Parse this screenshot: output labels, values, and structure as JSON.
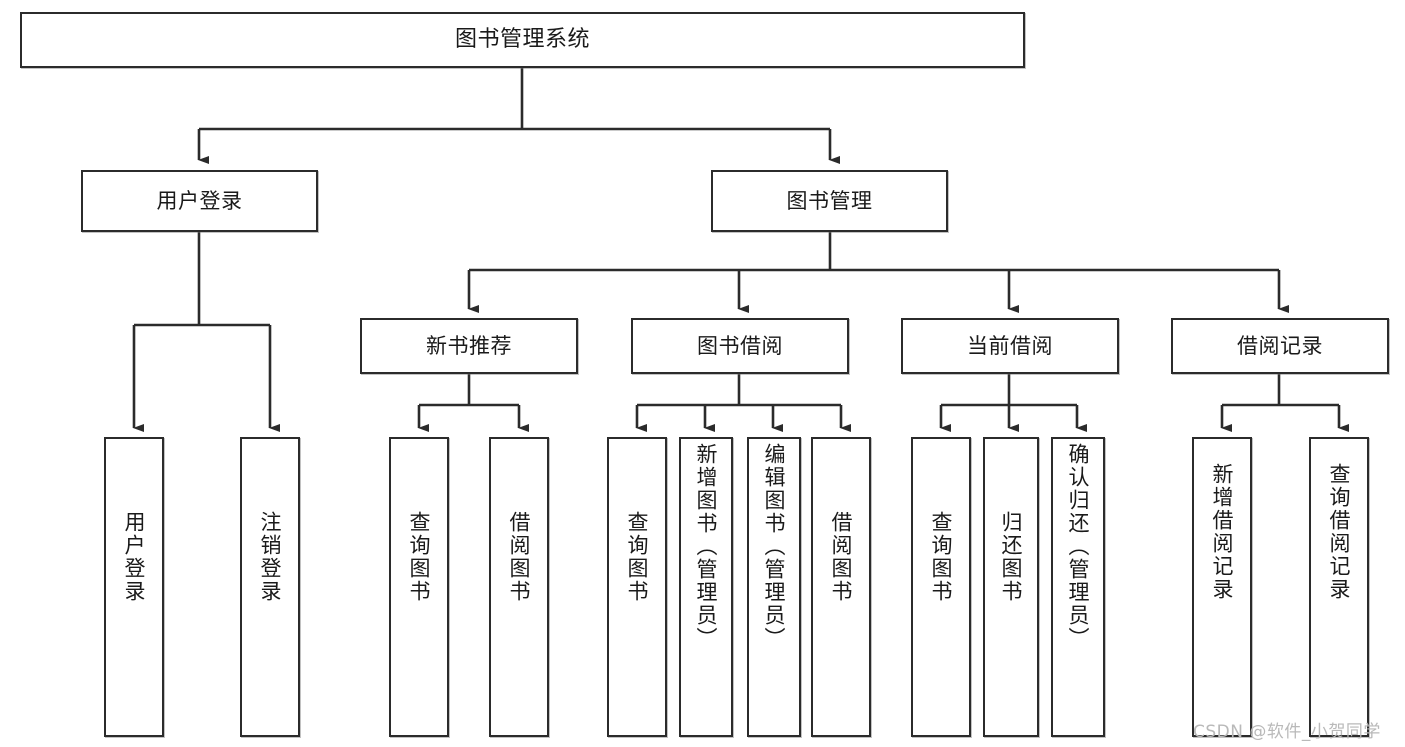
{
  "diagram": {
    "title": "图书管理系统",
    "watermark": "CSDN @软件_小贺同学",
    "line_color": "#2b2b2b",
    "box_fill": "#ffffff",
    "text_color": "#1a1a1a",
    "nodes": {
      "root": "图书管理系统",
      "level2": [
        {
          "id": "user-login",
          "label": "用户登录"
        },
        {
          "id": "book-management",
          "label": "图书管理"
        }
      ],
      "level3": [
        {
          "id": "new-book-recommend",
          "label": "新书推荐"
        },
        {
          "id": "book-borrow",
          "label": "图书借阅"
        },
        {
          "id": "current-borrow",
          "label": "当前借阅"
        },
        {
          "id": "borrow-record",
          "label": "借阅记录"
        }
      ],
      "leaves": {
        "user_login": [
          {
            "id": "leaf-user-login",
            "label": "用户登录"
          },
          {
            "id": "leaf-user-logout",
            "label": "注销登录"
          }
        ],
        "new_book_recommend": [
          {
            "id": "leaf-query-book-1",
            "label": "查询图书"
          },
          {
            "id": "leaf-borrow-book-1",
            "label": "借阅图书"
          }
        ],
        "book_borrow": [
          {
            "id": "leaf-query-book-2",
            "label": "查询图书"
          },
          {
            "id": "leaf-add-book",
            "label": "新增图书（管理员）"
          },
          {
            "id": "leaf-edit-book",
            "label": "编辑图书（管理员）"
          },
          {
            "id": "leaf-borrow-book-2",
            "label": "借阅图书"
          }
        ],
        "current_borrow": [
          {
            "id": "leaf-query-book-3",
            "label": "查询图书"
          },
          {
            "id": "leaf-return-book",
            "label": "归还图书"
          },
          {
            "id": "leaf-confirm-return",
            "label": "确认归还（管理员）"
          }
        ],
        "borrow_record": [
          {
            "id": "leaf-add-record",
            "label": "新增借阅记录"
          },
          {
            "id": "leaf-query-record",
            "label": "查询借阅记录"
          }
        ]
      }
    }
  }
}
